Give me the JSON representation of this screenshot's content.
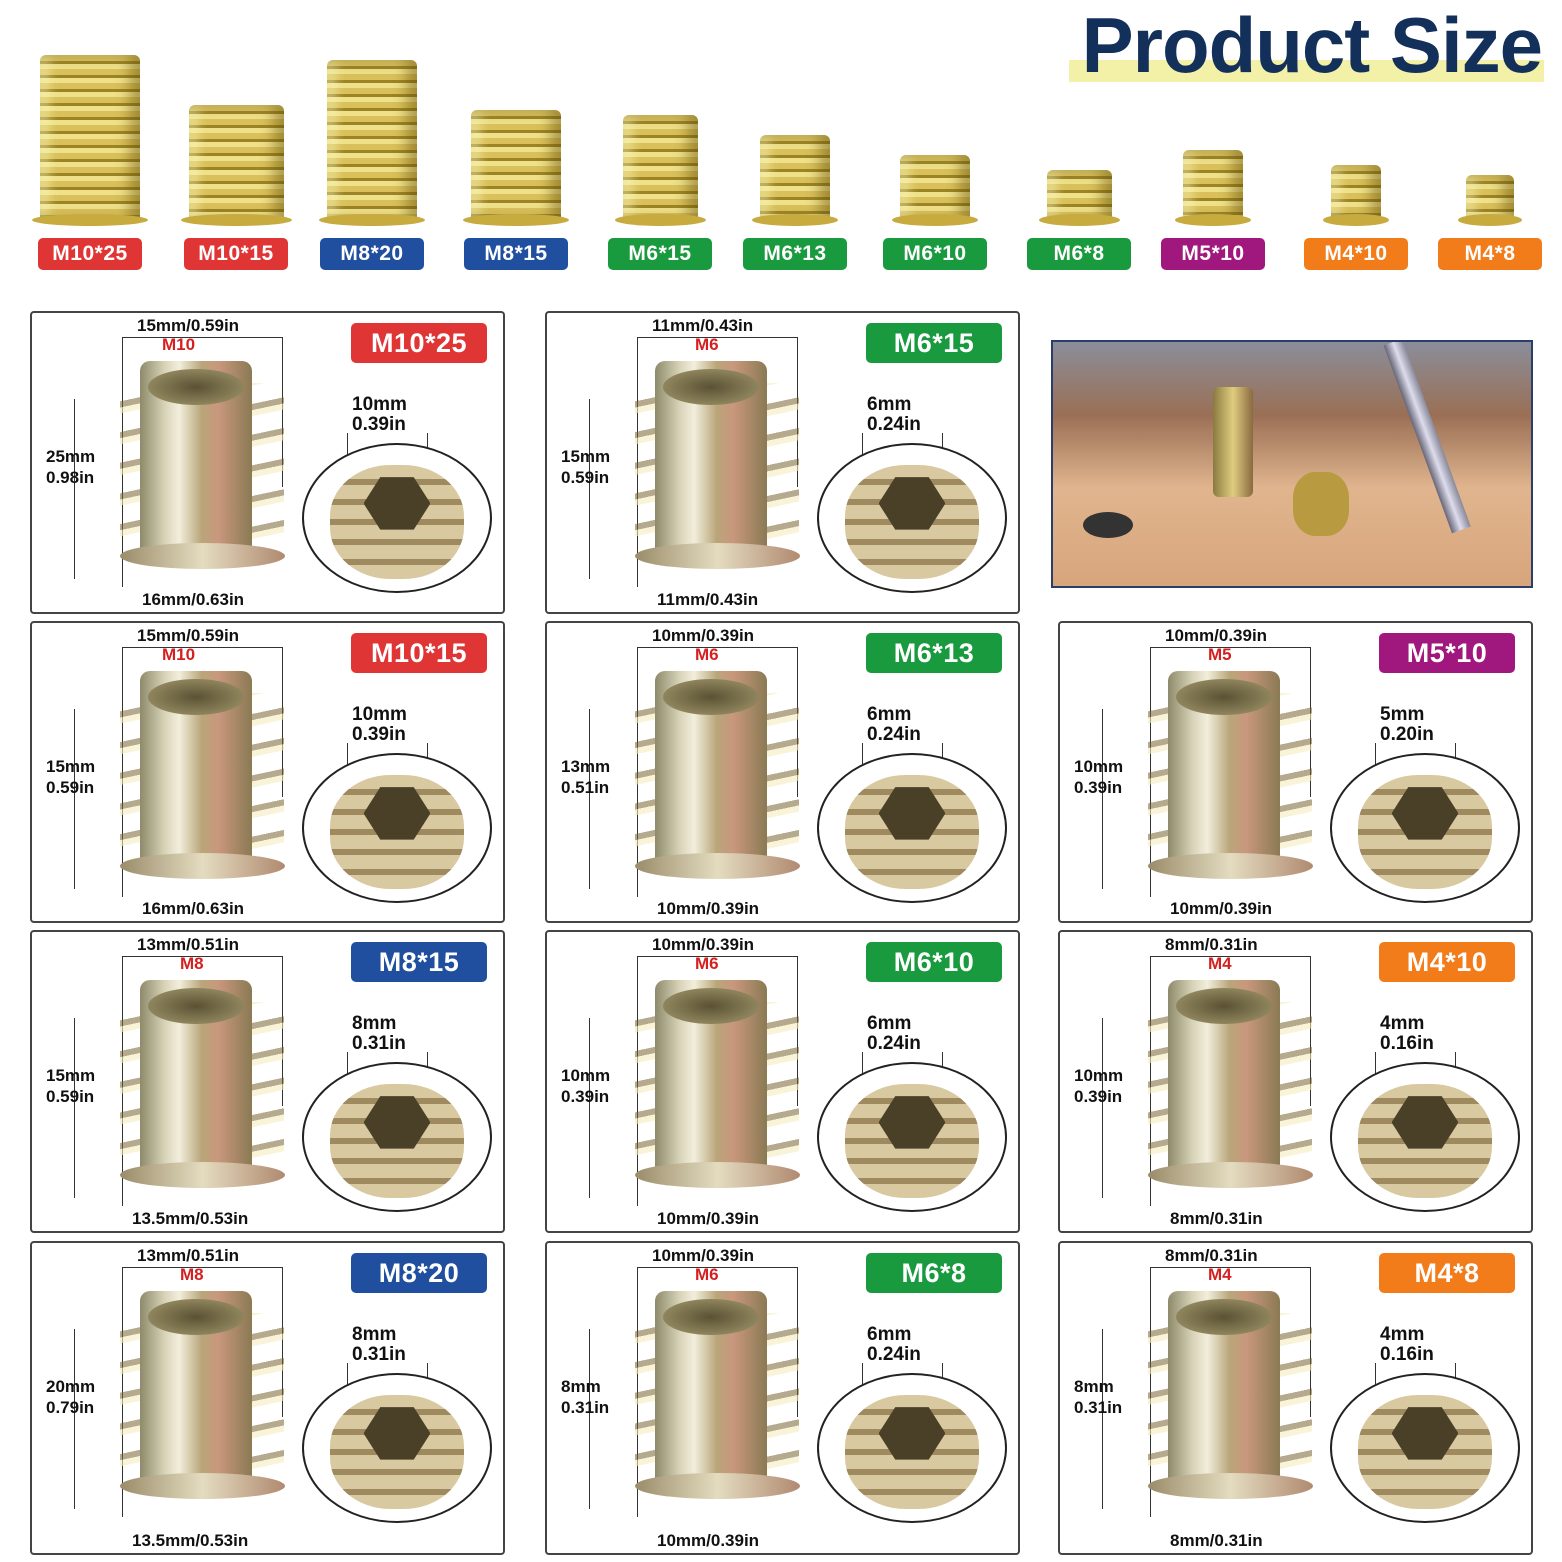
{
  "title": "Product Size",
  "colors": {
    "red": "#e03535",
    "blue": "#1f4f9e",
    "green": "#1a9a3e",
    "purple": "#a0177e",
    "orange": "#f27b1a",
    "title": "#12305a"
  },
  "top_row": [
    {
      "label": "M10*25",
      "color": "red"
    },
    {
      "label": "M10*15",
      "color": "red"
    },
    {
      "label": "M8*20",
      "color": "blue"
    },
    {
      "label": "M8*15",
      "color": "blue"
    },
    {
      "label": "M6*15",
      "color": "green"
    },
    {
      "label": "M6*13",
      "color": "green"
    },
    {
      "label": "M6*10",
      "color": "green"
    },
    {
      "label": "M6*8",
      "color": "green"
    },
    {
      "label": "M5*10",
      "color": "purple"
    },
    {
      "label": "M4*10",
      "color": "orange"
    },
    {
      "label": "M4*8",
      "color": "orange"
    }
  ],
  "cards": [
    {
      "label": "M10*25",
      "color": "red",
      "top": "15mm/0.59in",
      "thread": "M10",
      "hex_mm": "10mm",
      "hex_in": "0.39in",
      "height_mm": "25mm",
      "height_in": "0.98in",
      "bottom": "16mm/0.63in"
    },
    {
      "label": "M6*15",
      "color": "green",
      "top": "11mm/0.43in",
      "thread": "M6",
      "hex_mm": "6mm",
      "hex_in": "0.24in",
      "height_mm": "15mm",
      "height_in": "0.59in",
      "bottom": "11mm/0.43in"
    },
    null,
    {
      "label": "M10*15",
      "color": "red",
      "top": "15mm/0.59in",
      "thread": "M10",
      "hex_mm": "10mm",
      "hex_in": "0.39in",
      "height_mm": "15mm",
      "height_in": "0.59in",
      "bottom": "16mm/0.63in"
    },
    {
      "label": "M6*13",
      "color": "green",
      "top": "10mm/0.39in",
      "thread": "M6",
      "hex_mm": "6mm",
      "hex_in": "0.24in",
      "height_mm": "13mm",
      "height_in": "0.51in",
      "bottom": "10mm/0.39in"
    },
    {
      "label": "M5*10",
      "color": "purple",
      "top": "10mm/0.39in",
      "thread": "M5",
      "hex_mm": "5mm",
      "hex_in": "0.20in",
      "height_mm": "10mm",
      "height_in": "0.39in",
      "bottom": "10mm/0.39in"
    },
    {
      "label": "M8*15",
      "color": "blue",
      "top": "13mm/0.51in",
      "thread": "M8",
      "hex_mm": "8mm",
      "hex_in": "0.31in",
      "height_mm": "15mm",
      "height_in": "0.59in",
      "bottom": "13.5mm/0.53in"
    },
    {
      "label": "M6*10",
      "color": "green",
      "top": "10mm/0.39in",
      "thread": "M6",
      "hex_mm": "6mm",
      "hex_in": "0.24in",
      "height_mm": "10mm",
      "height_in": "0.39in",
      "bottom": "10mm/0.39in"
    },
    {
      "label": "M4*10",
      "color": "orange",
      "top": "8mm/0.31in",
      "thread": "M4",
      "hex_mm": "4mm",
      "hex_in": "0.16in",
      "height_mm": "10mm",
      "height_in": "0.39in",
      "bottom": "8mm/0.31in"
    },
    {
      "label": "M8*20",
      "color": "blue",
      "top": "13mm/0.51in",
      "thread": "M8",
      "hex_mm": "8mm",
      "hex_in": "0.31in",
      "height_mm": "20mm",
      "height_in": "0.79in",
      "bottom": "13.5mm/0.53in"
    },
    {
      "label": "M6*8",
      "color": "green",
      "top": "10mm/0.39in",
      "thread": "M6",
      "hex_mm": "6mm",
      "hex_in": "0.24in",
      "height_mm": "8mm",
      "height_in": "0.31in",
      "bottom": "10mm/0.39in"
    },
    {
      "label": "M4*8",
      "color": "orange",
      "top": "8mm/0.31in",
      "thread": "M4",
      "hex_mm": "4mm",
      "hex_in": "0.16in",
      "height_mm": "8mm",
      "height_in": "0.31in",
      "bottom": "8mm/0.31in"
    }
  ]
}
